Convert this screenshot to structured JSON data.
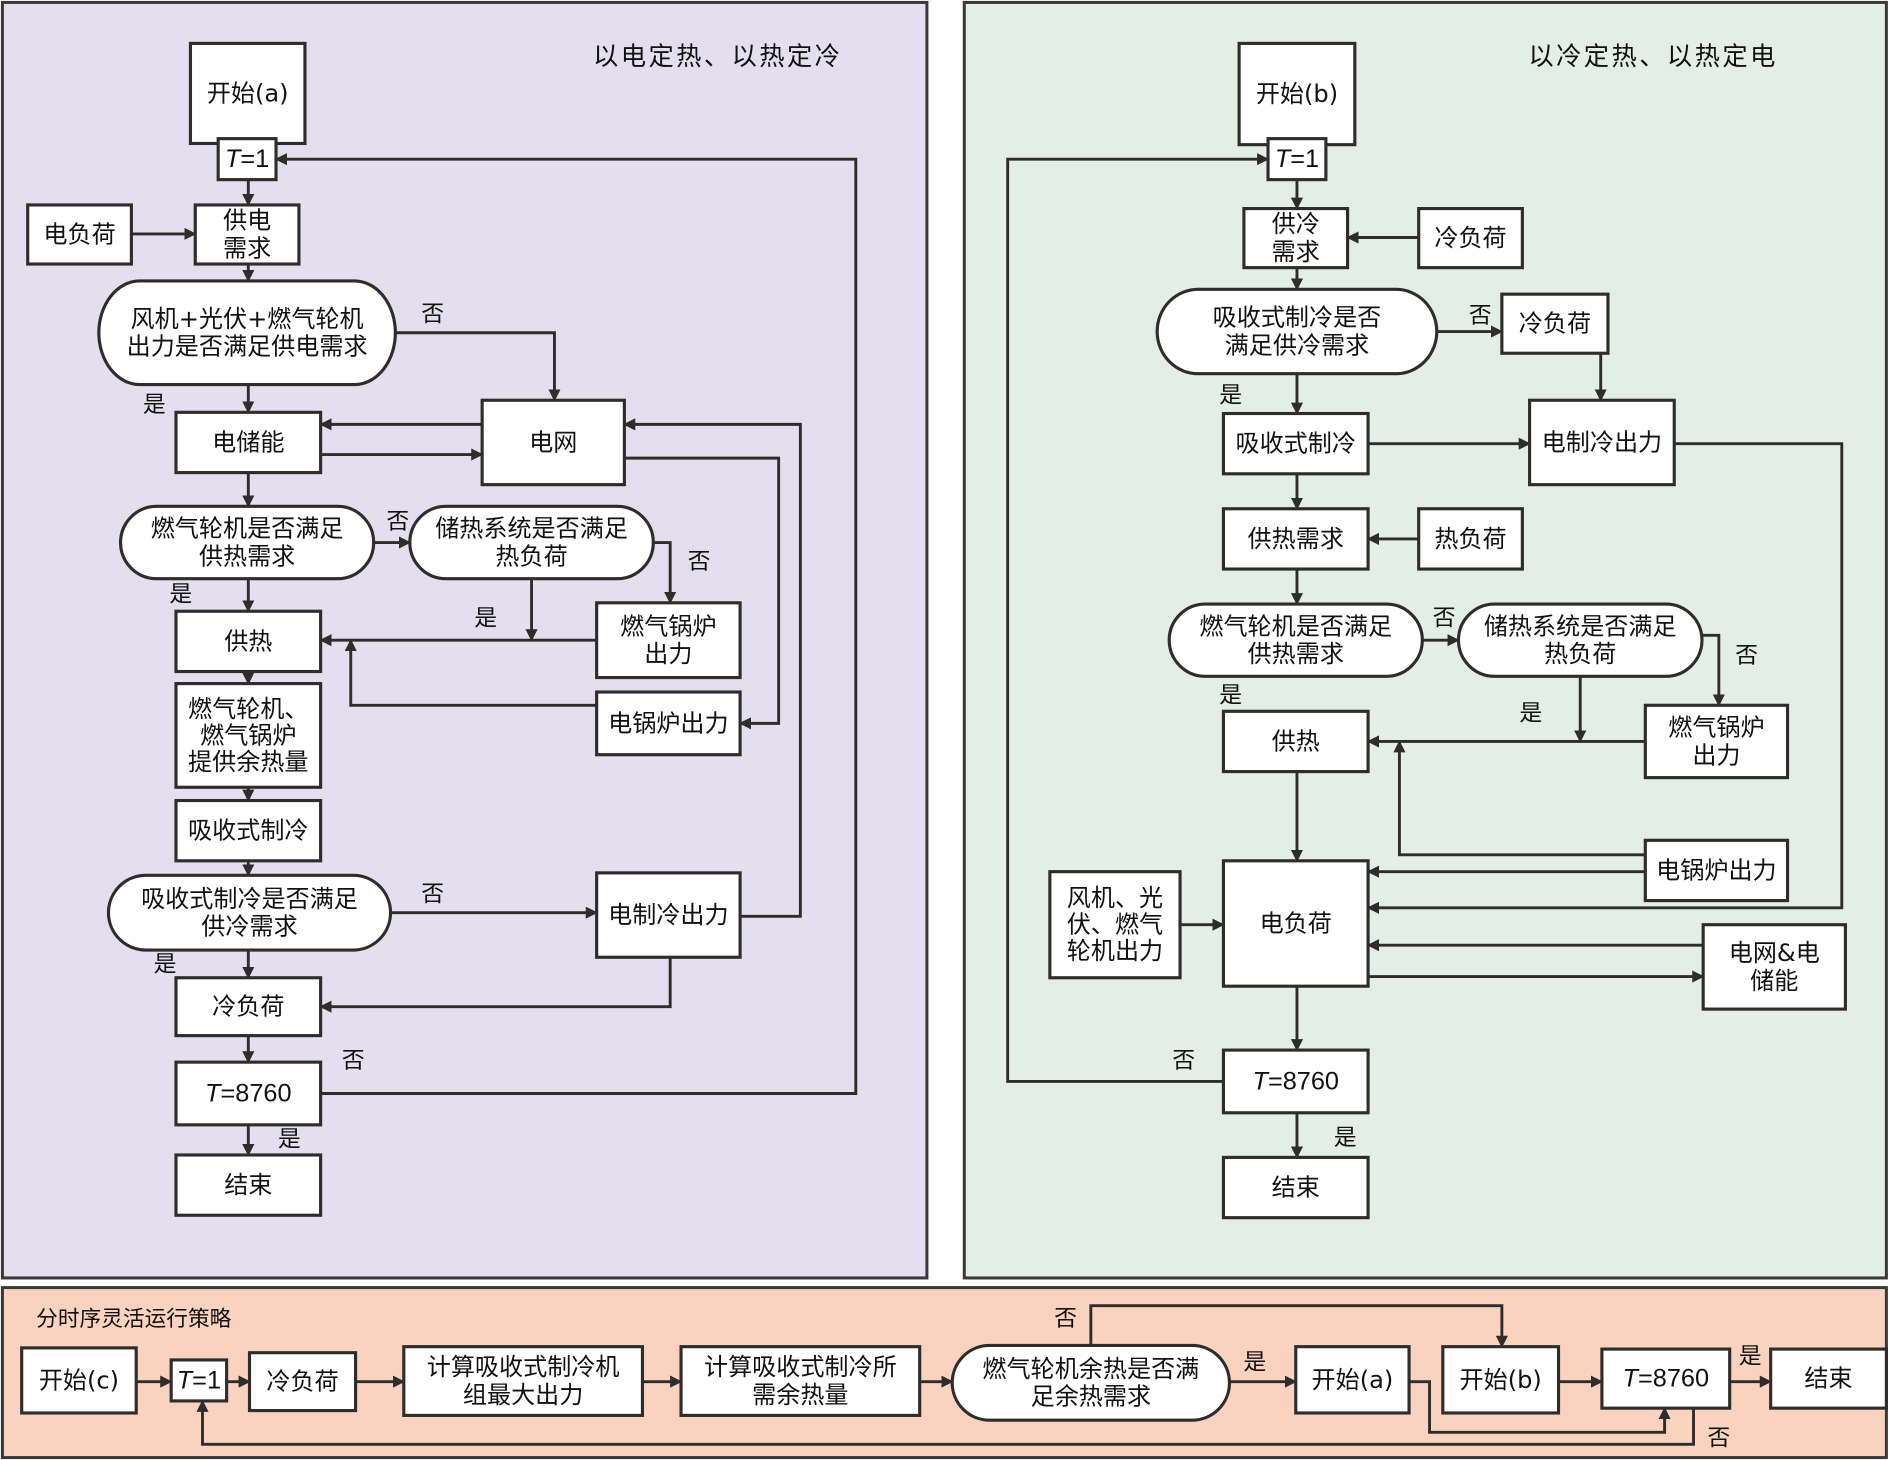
{
  "panels": {
    "a": {
      "title": "以电定热、以热定冷",
      "background": "#e3dfee"
    },
    "b": {
      "title": "以冷定热、以热定电",
      "background": "#e3eee6"
    },
    "c": {
      "title": "分时序灵活运行策略",
      "background": "#fad3c0"
    }
  },
  "labels": {
    "yes": "是",
    "no": "否"
  },
  "nodes": {
    "a_start": [
      "开始(a)"
    ],
    "a_t1": [
      "T=1"
    ],
    "a_eload": [
      "电负荷"
    ],
    "a_edemand": [
      "供电",
      "需求"
    ],
    "a_dec1": [
      "风机+光伏+燃气轮机",
      "出力是否满足供电需求"
    ],
    "a_estorage": [
      "电储能"
    ],
    "a_grid": [
      "电网"
    ],
    "a_dec2": [
      "燃气轮机是否满足",
      "供热需求"
    ],
    "a_dec3": [
      "储热系统是否满足",
      "热负荷"
    ],
    "a_gasboiler": [
      "燃气锅炉",
      "出力"
    ],
    "a_heat": [
      "供热"
    ],
    "a_ebolier": [
      "电锅炉出力"
    ],
    "a_surplus": [
      "燃气轮机、",
      "燃气锅炉",
      "提供余热量"
    ],
    "a_absorb": [
      "吸收式制冷"
    ],
    "a_dec4": [
      "吸收式制冷是否满足",
      "供冷需求"
    ],
    "a_echill": [
      "电制冷出力"
    ],
    "a_cload": [
      "冷负荷"
    ],
    "a_t8760": [
      "T=8760"
    ],
    "a_end": [
      "结束"
    ],
    "b_start": [
      "开始(b)"
    ],
    "b_t1": [
      "T=1"
    ],
    "b_cdemand": [
      "供冷",
      "需求"
    ],
    "b_cload1": [
      "冷负荷"
    ],
    "b_dec1": [
      "吸收式制冷是否",
      "满足供冷需求"
    ],
    "b_cload2": [
      "冷负荷"
    ],
    "b_absorb": [
      "吸收式制冷"
    ],
    "b_echill": [
      "电制冷出力"
    ],
    "b_hdemand": [
      "供热需求"
    ],
    "b_hload": [
      "热负荷"
    ],
    "b_dec2": [
      "燃气轮机是否满足",
      "供热需求"
    ],
    "b_dec3": [
      "储热系统是否满足",
      "热负荷"
    ],
    "b_gasboiler": [
      "燃气锅炉",
      "出力"
    ],
    "b_heat": [
      "供热"
    ],
    "b_eboiler": [
      "电锅炉出力"
    ],
    "b_renew": [
      "风机、光",
      "伏、燃气",
      "轮机出力"
    ],
    "b_eload": [
      "电负荷"
    ],
    "b_gridstore": [
      "电网&电",
      "储能"
    ],
    "b_t8760": [
      "T=8760"
    ],
    "b_end": [
      "结束"
    ],
    "c_start": [
      "开始(c)"
    ],
    "c_t1": [
      "T=1"
    ],
    "c_cload": [
      "冷负荷"
    ],
    "c_calc1": [
      "计算吸收式制冷机",
      "组最大出力"
    ],
    "c_calc2": [
      "计算吸收式制冷所",
      "需余热量"
    ],
    "c_dec": [
      "燃气轮机余热是否满",
      "足余热需求"
    ],
    "c_starta": [
      "开始(a)"
    ],
    "c_startb": [
      "开始(b)"
    ],
    "c_t8760": [
      "T=8760"
    ],
    "c_end": [
      "结束"
    ]
  }
}
